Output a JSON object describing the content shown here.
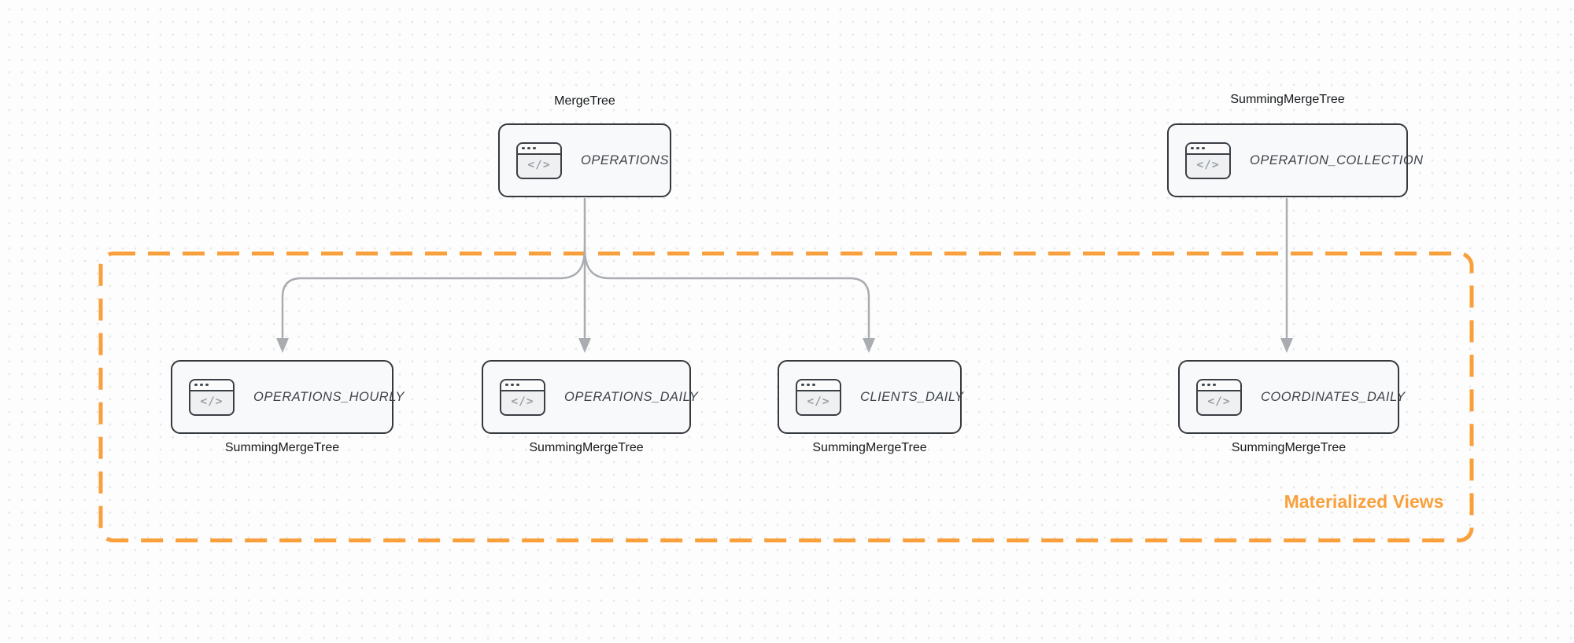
{
  "canvas": {
    "background": "#fdfdfd",
    "dot_grid_color": "#e7e8ea"
  },
  "colors": {
    "accent_orange": "#f9a03c",
    "node_border": "#35393d",
    "node_background": "#f8f9fa",
    "arrow_gray": "#a9acb0",
    "engine_label_text": "#17191c",
    "node_name_text": "#3f444a"
  },
  "icons": {
    "code_glyph": "</>"
  },
  "nodes": [
    {
      "id": "operations",
      "name": "OPERATIONS",
      "engine_label": "MergeTree",
      "engine_position": "top"
    },
    {
      "id": "operation_collection",
      "name": "OPERATION_COLLECTION",
      "engine_label": "SummingMergeTree",
      "engine_position": "top"
    },
    {
      "id": "operations_hourly",
      "name": "OPERATIONS_HOURLY",
      "engine_label": "SummingMergeTree",
      "engine_position": "bottom"
    },
    {
      "id": "operations_daily",
      "name": "OPERATIONS_DAILY",
      "engine_label": "SummingMergeTree",
      "engine_position": "bottom"
    },
    {
      "id": "clients_daily",
      "name": "CLIENTS_DAILY",
      "engine_label": "SummingMergeTree",
      "engine_position": "bottom"
    },
    {
      "id": "coordinates_daily",
      "name": "COORDINATES_DAILY",
      "engine_label": "SummingMergeTree",
      "engine_position": "bottom"
    }
  ],
  "group": {
    "label": "Materialized Views",
    "border_style": "dashed",
    "border_color": "#f9a03c",
    "members": [
      "OPERATIONS_HOURLY",
      "OPERATIONS_DAILY",
      "CLIENTS_DAILY",
      "COORDINATES_DAILY"
    ]
  },
  "edges": [
    {
      "from": "OPERATIONS",
      "to": "OPERATIONS_HOURLY"
    },
    {
      "from": "OPERATIONS",
      "to": "OPERATIONS_DAILY"
    },
    {
      "from": "OPERATIONS",
      "to": "CLIENTS_DAILY"
    },
    {
      "from": "OPERATION_COLLECTION",
      "to": "COORDINATES_DAILY"
    }
  ]
}
